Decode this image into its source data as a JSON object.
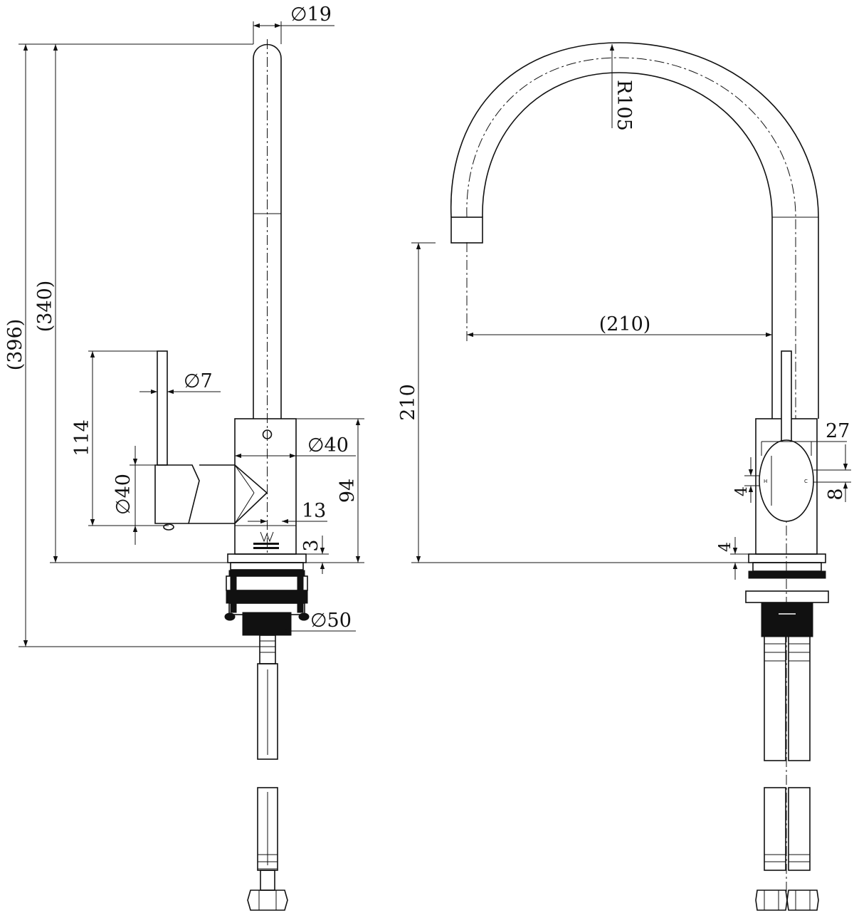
{
  "side_view": {
    "spout_diameter": "∅19",
    "overall_height": "(396)",
    "spout_height": "(340)",
    "lever_diameter": "∅7",
    "lever_height": "114",
    "cartridge_diameter": "∅40",
    "body_diameter": "∅40",
    "lever_depth": "13",
    "body_height": "94",
    "base_thickness": "3",
    "shank_diameter": "∅50"
  },
  "front_view": {
    "spout_radius": "R105",
    "spout_reach": "(210)",
    "outlet_height": "210",
    "lever_width": "27",
    "lever_offset": "4",
    "lever_gap": "8",
    "base_gap": "4",
    "hot_mark": "H",
    "cold_mark": "C"
  },
  "colors": {
    "line": "#111111",
    "background": "#ffffff"
  }
}
